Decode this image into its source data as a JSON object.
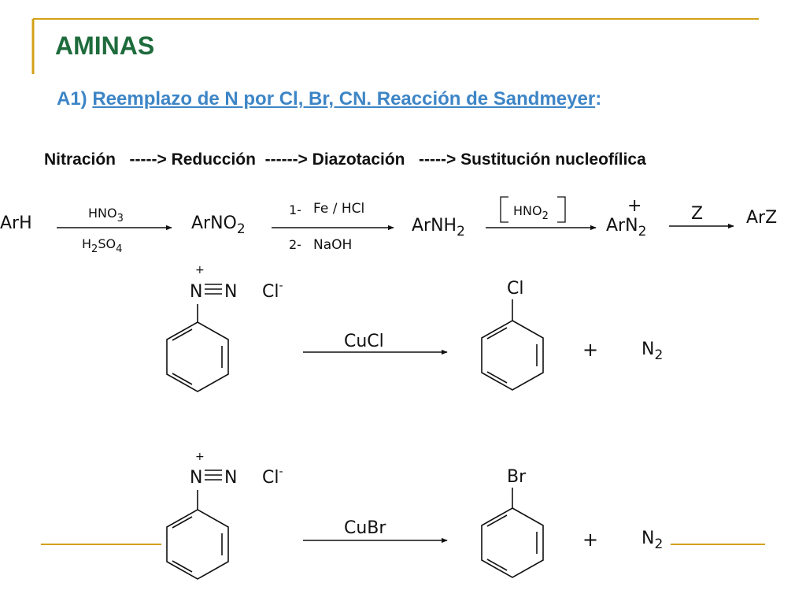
{
  "colors": {
    "accent": "#d4a017",
    "title": "#1e6b3c",
    "subtitle": "#3d85c6",
    "text": "#111111"
  },
  "title": "AMINAS",
  "subtitle": {
    "prefix": "A1) ",
    "underlined": "Reemplazo de N por Cl, Br, CN. Reacción de Sandmeyer",
    "suffix": ":"
  },
  "sequence": "Nitración   -----> Reducción  ------> Diazotación   -----> Sustitución nucleofílica",
  "scheme": {
    "ArH": "ArH",
    "ArNO2": "ArNO",
    "ArNH2": "ArNH",
    "ArN2": "ArN",
    "ArZ": "ArZ",
    "sub2": "2",
    "sub3": "3",
    "sub4": "4",
    "plus_charge": "+",
    "step1_top": "HNO",
    "step1_bottom_h": "H",
    "step1_bottom_so": "SO",
    "step2_top_num": "1-",
    "step2_top": "Fe / HCl",
    "step2_bottom_num": "2-",
    "step2_bottom": "NaOH",
    "step3_top": "HNO",
    "step4_top": "Z"
  },
  "reactions": [
    {
      "n_plus": "+",
      "n1": "N",
      "n2": "N",
      "counterion": "Cl",
      "counterion_charge": "-",
      "reagent": "CuCl",
      "product_sub": "Cl",
      "plus": "+",
      "byproduct": "N",
      "byproduct_sub": "2"
    },
    {
      "n_plus": "+",
      "n1": "N",
      "n2": "N",
      "counterion": "Cl",
      "counterion_charge": "-",
      "reagent": "CuBr",
      "product_sub": "Br",
      "plus": "+",
      "byproduct": "N",
      "byproduct_sub": "2"
    }
  ]
}
